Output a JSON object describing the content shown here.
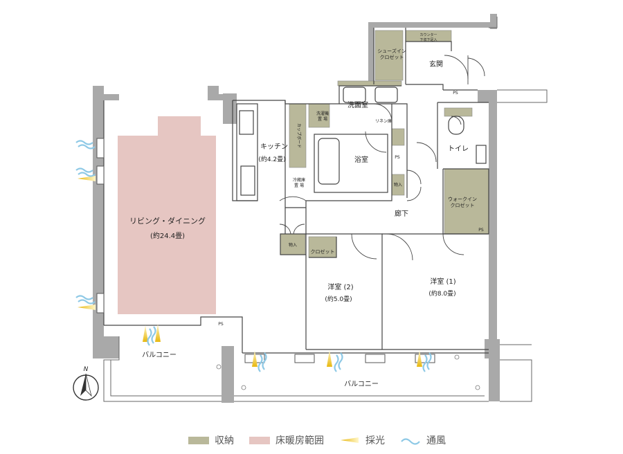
{
  "rooms": {
    "ldk": "リビング・ダイニング",
    "ldk_size": "(約24.4畳)",
    "kitchen": "キッチン",
    "kitchen_size": "(約4.2畳)",
    "wash": "洗面室",
    "bath": "浴室",
    "entrance": "玄関",
    "toilet": "トイレ",
    "hall": "廊下",
    "walkin": "ウォークイン\nクロゼット",
    "shoes": "シューズイン\nクロゼット",
    "western2": "洋室 (2)",
    "western2_size": "(約5.0畳)",
    "western1": "洋室 (1)",
    "western1_size": "(約8.0畳)",
    "closet": "クロゼット",
    "storage": "物入",
    "storage2": "物入",
    "linen": "リネン庫",
    "fridge": "冷蔵庫\n置 場",
    "washer": "洗濯機\n置 場",
    "cupboard": "カップボード",
    "counter": "カウンター\n下収下足入",
    "balcony_left": "バルコニー",
    "balcony_bottom": "バルコニー",
    "ps1": "PS",
    "ps2": "PS",
    "ps3": "PS",
    "ps4": "PS",
    "north": "N"
  },
  "legend": [
    {
      "label": "収納",
      "type": "swatch",
      "color": "#b9b89a"
    },
    {
      "label": "床暖房範囲",
      "type": "swatch",
      "color": "#e6c6c2"
    },
    {
      "label": "採光",
      "type": "light",
      "color": "#e8c020"
    },
    {
      "label": "通風",
      "type": "wind",
      "color": "#8ec9e6"
    }
  ]
}
